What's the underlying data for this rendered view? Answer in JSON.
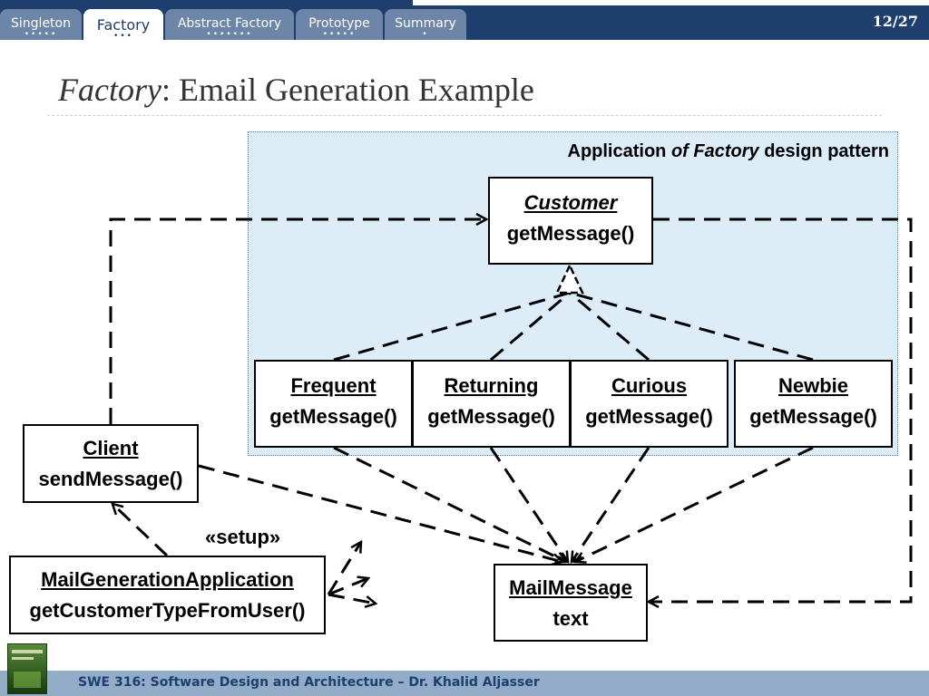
{
  "nav": {
    "tabs": [
      {
        "label": "Singleton",
        "dots": "•••••"
      },
      {
        "label": "Factory",
        "dots": "•••"
      },
      {
        "label": "Abstract Factory",
        "dots": "•••••••"
      },
      {
        "label": "Prototype",
        "dots": "•••••"
      },
      {
        "label": "Summary",
        "dots": "•"
      }
    ],
    "active": "Factory",
    "page": "12/27"
  },
  "slide": {
    "title_italic": "Factory",
    "title_rest": ": Email Generation Example"
  },
  "diagram": {
    "region_label": {
      "part1": "Application ",
      "part2": "of Factory",
      "part3": " design pattern"
    },
    "customer": {
      "name": "Customer",
      "op": "getMessage()"
    },
    "subclasses": [
      {
        "name": "Frequent",
        "op": "getMessage()"
      },
      {
        "name": "Returning",
        "op": "getMessage()"
      },
      {
        "name": "Curious",
        "op": "getMessage()"
      },
      {
        "name": "Newbie",
        "op": "getMessage()"
      }
    ],
    "client": {
      "name": "Client",
      "op": "sendMessage()"
    },
    "app": {
      "name": "MailGenerationApplication",
      "op": "getCustomerTypeFromUser()"
    },
    "mail": {
      "name": "MailMessage",
      "op": "text"
    },
    "setup_label": "«setup»"
  },
  "footer": {
    "text": "SWE 316: Software Design and Architecture – Dr. Khalid Aljasser",
    "book_icon": "book-cover-icon"
  },
  "colors": {
    "nav_bg": "#1e3f6d",
    "tab_bg": "#6d86a8",
    "region_bg": "#dcedf8",
    "footer_bg": "#93acc8"
  }
}
